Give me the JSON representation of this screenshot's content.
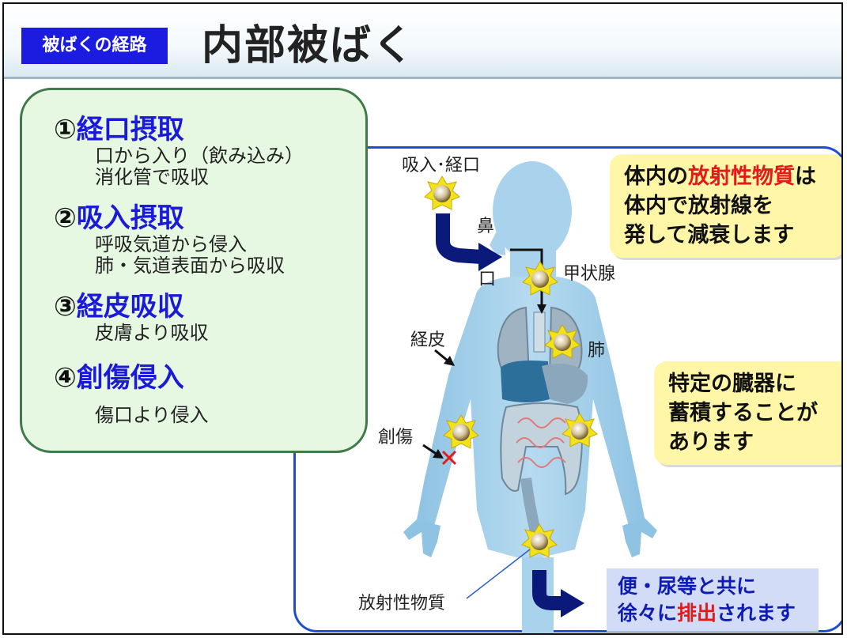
{
  "header": {
    "tag": "被ばくの経路",
    "title": "内部被ばく"
  },
  "routes": [
    {
      "num": "①",
      "name": "経口摂取",
      "desc": [
        "口から入り（飲み込み）",
        "消化管で吸収"
      ]
    },
    {
      "num": "②",
      "name": "吸入摂取",
      "desc": [
        "呼吸気道から侵入",
        "肺・気道表面から吸収"
      ]
    },
    {
      "num": "③",
      "name": "経皮吸収",
      "desc": [
        "皮膚より吸収"
      ]
    },
    {
      "num": "④",
      "name": "創傷侵入",
      "desc": [
        "傷口より侵入"
      ]
    }
  ],
  "diagram": {
    "labels": {
      "intake": "吸入･経口",
      "nose": "鼻",
      "mouth": "口",
      "thyroid": "甲状腺",
      "lung": "肺",
      "skin": "経皮",
      "wound": "創傷",
      "material": "放射性物質"
    },
    "callout_decay": {
      "part1": "体内の",
      "part_red": "放射性物質",
      "part2": "は",
      "line2": "体内で放射線を",
      "line3": "発して減衰します"
    },
    "callout_accumulate": {
      "line1": "特定の臓器に",
      "line2": "蓄積することが",
      "line3": "あります"
    },
    "callout_excrete": {
      "line1": "便・尿等と共に",
      "part1": "徐々に",
      "part_red": "排出",
      "part2": "されます"
    }
  },
  "colors": {
    "tag_blue": "#1c1ce0",
    "route_blue": "#1a1ad8",
    "panel_green": "#e6f7e2",
    "callout_yellow": "#fff6a8",
    "arrow_navy": "#0b1a7a",
    "red": "#e41a1a"
  }
}
